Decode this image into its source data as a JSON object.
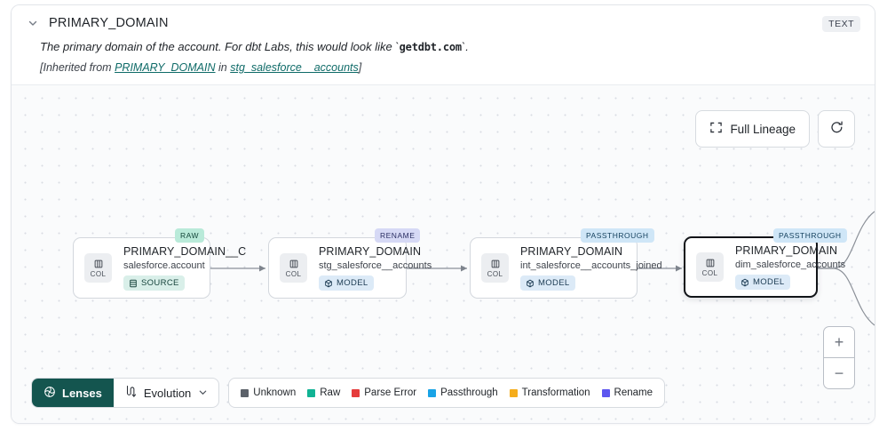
{
  "header": {
    "chevron_icon": "chevron-down-icon",
    "title": "PRIMARY_DOMAIN",
    "type_badge": "TEXT",
    "description_prefix": "The primary domain of the account. For dbt Labs, this would look like `",
    "description_code": "getdbt.com",
    "description_suffix": "`.",
    "inherited_prefix": "[Inherited from ",
    "inherited_link1": "PRIMARY_DOMAIN",
    "inherited_mid": " in ",
    "inherited_link2": "stg_salesforce__accounts",
    "inherited_suffix": "]"
  },
  "controls": {
    "full_lineage_label": "Full Lineage",
    "full_lineage_icon": "expand-icon",
    "refresh_icon": "refresh-icon",
    "zoom_in_label": "+",
    "zoom_out_label": "−"
  },
  "lineage": {
    "nodes": [
      {
        "tag": "RAW",
        "tag_kind": "raw",
        "chip_icon": "columns-icon",
        "chip_label": "COL",
        "title": "PRIMARY_DOMAIN__C",
        "subtitle": "salesforce.account",
        "badge_label": "SOURCE",
        "badge_kind": "source",
        "badge_icon": "database-icon",
        "selected": false
      },
      {
        "tag": "RENAME",
        "tag_kind": "rename",
        "chip_icon": "columns-icon",
        "chip_label": "COL",
        "title": "PRIMARY_DOMAIN",
        "subtitle": "stg_salesforce__accounts",
        "badge_label": "MODEL",
        "badge_kind": "model",
        "badge_icon": "cube-icon",
        "selected": false
      },
      {
        "tag": "PASSTHROUGH",
        "tag_kind": "pass",
        "chip_icon": "columns-icon",
        "chip_label": "COL",
        "title": "PRIMARY_DOMAIN",
        "subtitle": "int_salesforce__accounts_joined",
        "badge_label": "MODEL",
        "badge_kind": "model",
        "badge_icon": "cube-icon",
        "selected": false
      },
      {
        "tag": "PASSTHROUGH",
        "tag_kind": "pass",
        "chip_icon": "columns-icon",
        "chip_label": "COL",
        "title": "PRIMARY_DOMAIN",
        "subtitle": "dim_salesforce_accounts",
        "badge_label": "MODEL",
        "badge_kind": "model",
        "badge_icon": "cube-icon",
        "selected": true
      }
    ]
  },
  "toolbar": {
    "lenses_label": "Lenses",
    "lenses_icon": "aperture-icon",
    "evolution_label": "Evolution",
    "evolution_icon": "evolution-icon",
    "evolution_chevron_icon": "chevron-down-icon"
  },
  "legend": {
    "items": [
      {
        "label": "Unknown",
        "color": "#5b6169"
      },
      {
        "label": "Raw",
        "color": "#11b394"
      },
      {
        "label": "Parse Error",
        "color": "#e53b3b"
      },
      {
        "label": "Passthrough",
        "color": "#19a3e6"
      },
      {
        "label": "Transformation",
        "color": "#f5ad1c"
      },
      {
        "label": "Rename",
        "color": "#5d56ef"
      }
    ]
  }
}
